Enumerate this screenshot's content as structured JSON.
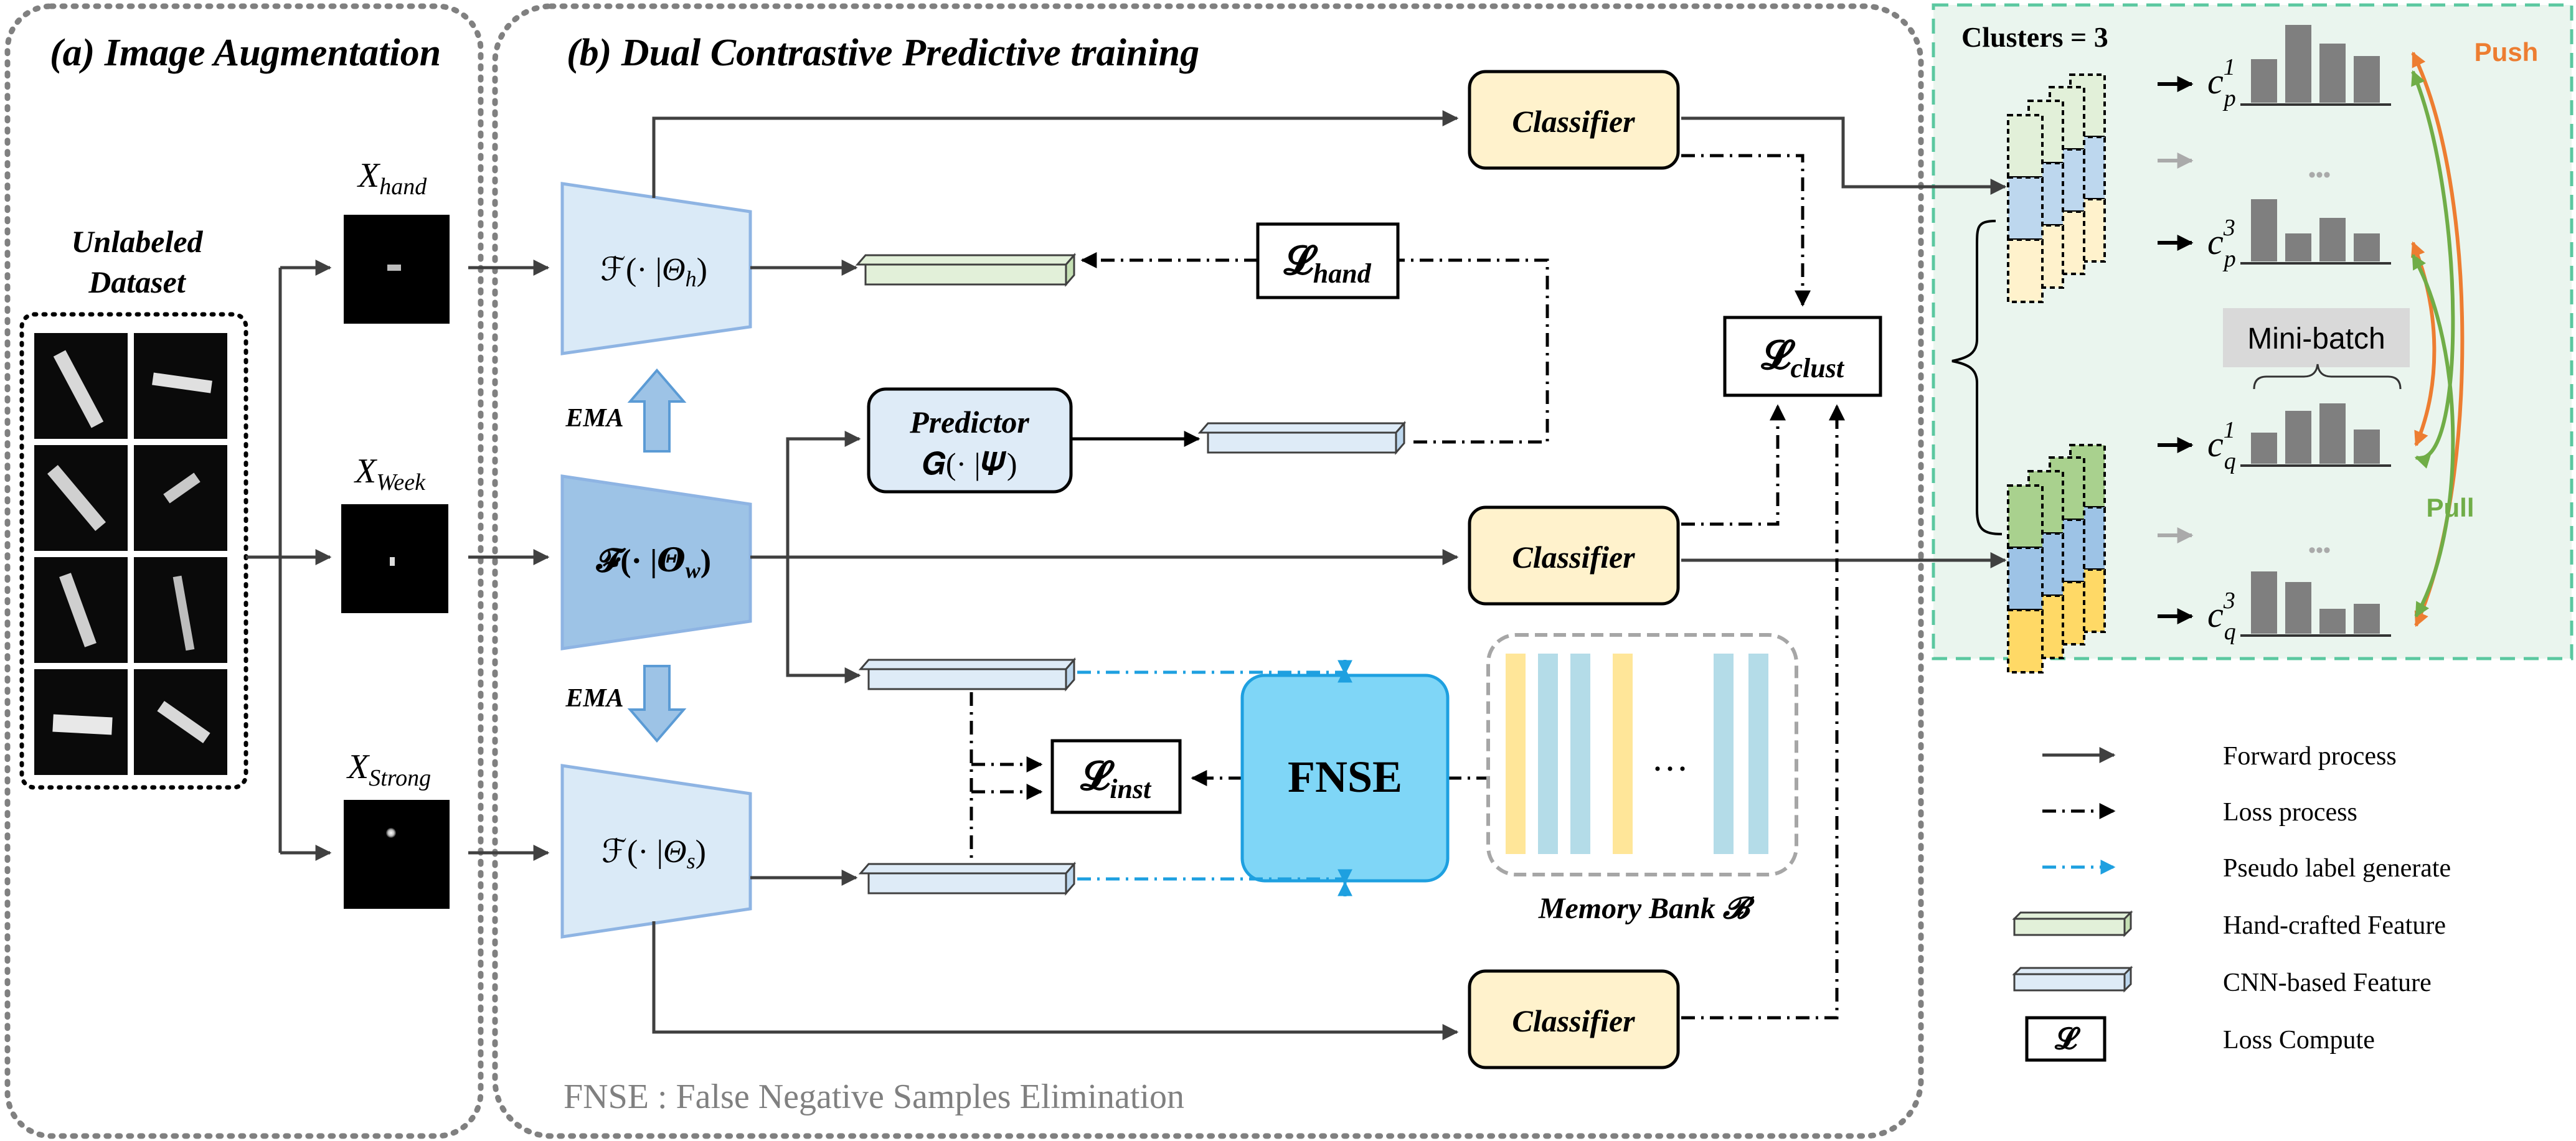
{
  "panels": {
    "a_title": "(a) Image Augmentation",
    "b_title": "(b) Dual Contrastive Predictive training"
  },
  "dataset": {
    "label_line1": "Unlabeled",
    "label_line2": "Dataset"
  },
  "inputs": {
    "hand": {
      "base": "X",
      "sub": "hand"
    },
    "week": {
      "base": "X",
      "sub": "Week"
    },
    "strong": {
      "base": "X",
      "sub": "Strong"
    }
  },
  "encoders": {
    "hand": {
      "pre": "ℱ(· |",
      "param": "Θ",
      "sub": "h",
      "post": ")"
    },
    "week": {
      "pre": "𝓕(· |",
      "param": "𝜣",
      "sub": "w",
      "post": ")"
    },
    "strong": {
      "pre": "ℱ(· |",
      "param": "Θ",
      "sub": "s",
      "post": ")"
    }
  },
  "ema": {
    "top": "EMA",
    "bottom": "EMA"
  },
  "predictor": {
    "line1": "Predictor",
    "line2": "𝑮(· |𝜳)"
  },
  "classifiers": {
    "top": "Classifier",
    "middle": "Classifier",
    "bottom": "Classifier"
  },
  "losses": {
    "hand": {
      "base": "𝓛",
      "sub": "hand"
    },
    "clust": {
      "base": "𝓛",
      "sub": "clust"
    },
    "inst": {
      "base": "𝓛",
      "sub": "inst"
    }
  },
  "fnse": {
    "label": "FNSE",
    "footnote": "FNSE : False Negative Samples Elimination"
  },
  "memory_bank": {
    "label": "Memory Bank 𝓑",
    "dots": "···"
  },
  "clusters": {
    "title": "Clusters = 3",
    "push": "Push",
    "pull": "Pull",
    "minibatch": "Mini-batch",
    "ellipsis": "•••",
    "cp1": {
      "base": "c",
      "sup": "1",
      "sub": "p"
    },
    "cp3": {
      "base": "c",
      "sup": "3",
      "sub": "p"
    },
    "cq1": {
      "base": "c",
      "sup": "1",
      "sub": "q"
    },
    "cq3": {
      "base": "c",
      "sup": "3",
      "sub": "q"
    },
    "colors": {
      "push": "#ED7D31",
      "pull": "#70AD47",
      "border": "#5BC8A0",
      "fill": "#EAF5EE",
      "bars": "#7F7F7F"
    }
  },
  "legend": [
    {
      "kind": "forward",
      "label": "Forward process"
    },
    {
      "kind": "loss",
      "label": "Loss process"
    },
    {
      "kind": "pseudo",
      "label": "Pseudo label generate"
    },
    {
      "kind": "hand",
      "label": "Hand-crafted Feature"
    },
    {
      "kind": "cnn",
      "label": "CNN-based Feature"
    },
    {
      "kind": "compute",
      "symbol": "𝓛",
      "label": "Loss Compute"
    }
  ]
}
